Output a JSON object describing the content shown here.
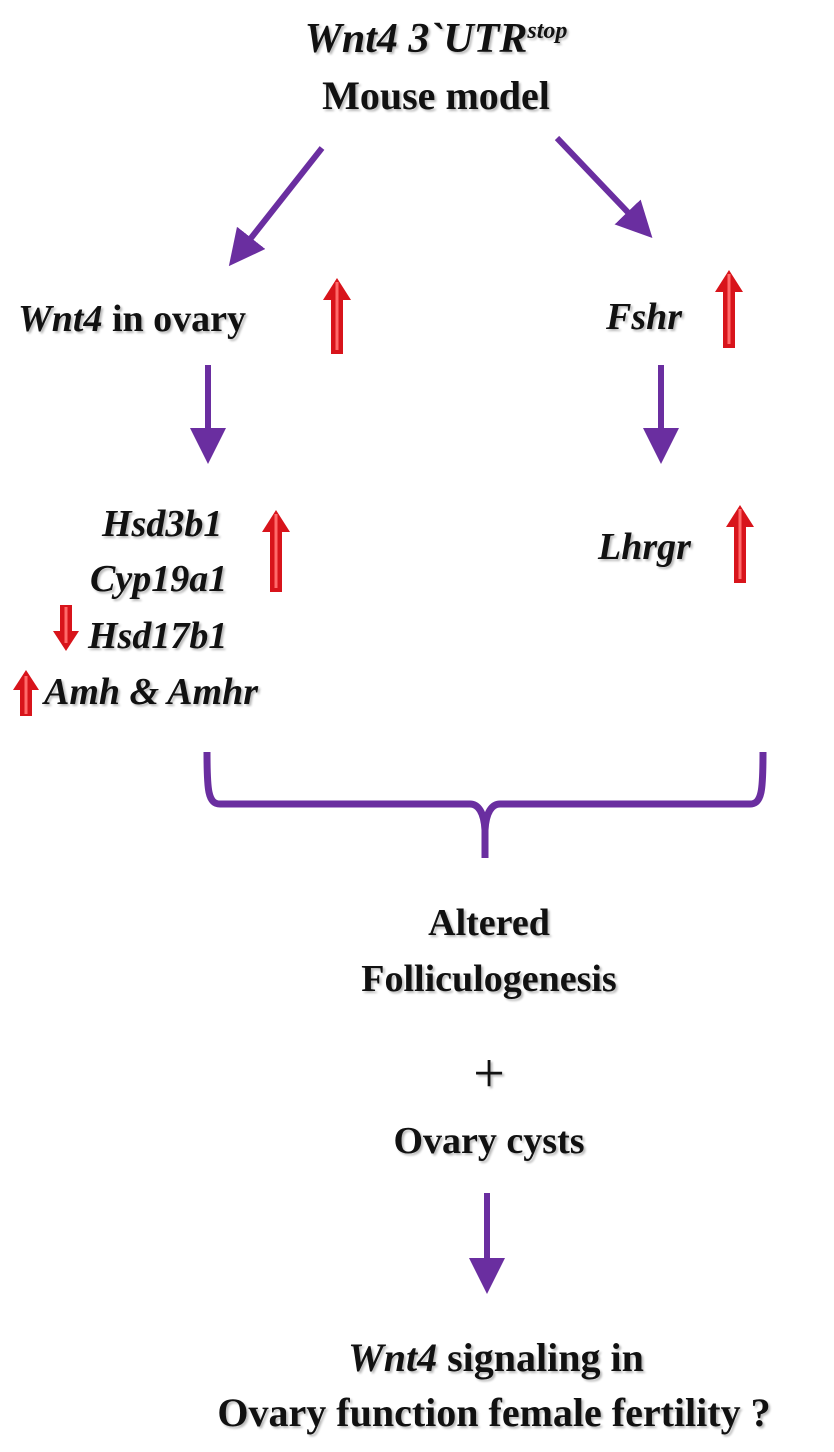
{
  "title": {
    "line1_gene": "Wnt4 3`UTR",
    "line1_sup": "stop",
    "line2": "Mouse model"
  },
  "left_branch": {
    "gene": "Wnt4",
    "rest": " in ovary",
    "regulation": "up",
    "targets": [
      {
        "label": "Hsd3b1",
        "regulation": "up"
      },
      {
        "label": "Cyp19a1",
        "regulation": "up"
      },
      {
        "label": "Hsd17b1",
        "regulation": "down"
      },
      {
        "label": "Amh & Amhr",
        "regulation": "up"
      }
    ]
  },
  "right_branch": {
    "gene": "Fshr",
    "regulation": "up",
    "target": {
      "label": "Lhrgr",
      "regulation": "up"
    }
  },
  "outcome": {
    "line1": "Altered",
    "line2": "Folliculogenesis",
    "plus": "+",
    "line3": "Ovary cysts"
  },
  "conclusion": {
    "gene": "Wnt4",
    "line1_rest": " signaling in",
    "line2": "Ovary function female fertility ?"
  },
  "colors": {
    "connector": "#6a2ea0",
    "up_arrow": "#d8141b",
    "down_arrow": "#d8141b",
    "text": "#111111"
  }
}
